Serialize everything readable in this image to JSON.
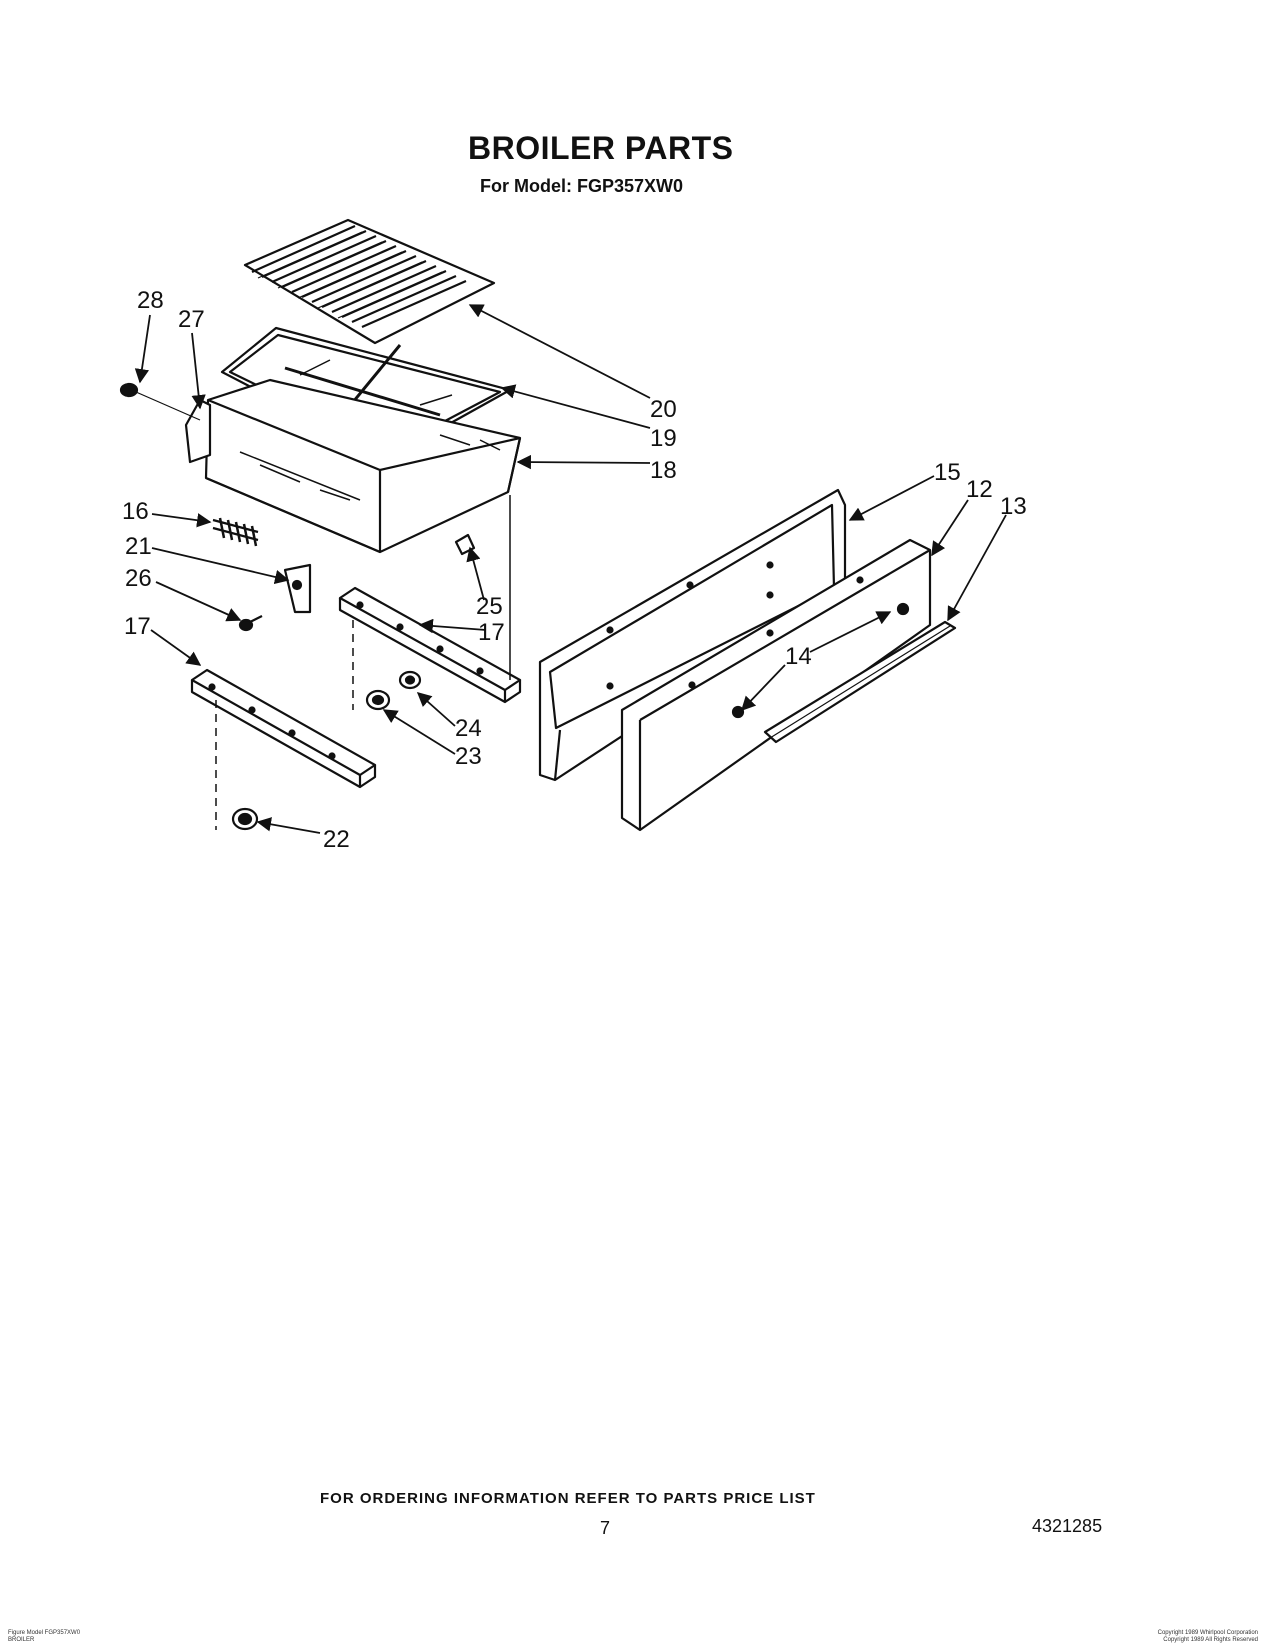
{
  "header": {
    "title": "BROILER PARTS",
    "subtitle": "For Model: FGP357XW0"
  },
  "callouts": [
    "28",
    "27",
    "20",
    "19",
    "18",
    "16",
    "21",
    "26",
    "15",
    "12",
    "13",
    "25",
    "17",
    "17",
    "14",
    "24",
    "23",
    "22"
  ],
  "footer": {
    "ordering_info": "FOR ORDERING INFORMATION REFER TO PARTS PRICE LIST",
    "page_number": "7",
    "document_number": "4321285",
    "fine_print_left": [
      "Figure Model FGP357XW0",
      "BROILER"
    ],
    "fine_print_right": [
      "Copyright 1989 Whirlpool Corporation",
      "Copyright 1989 All Rights Reserved"
    ]
  }
}
